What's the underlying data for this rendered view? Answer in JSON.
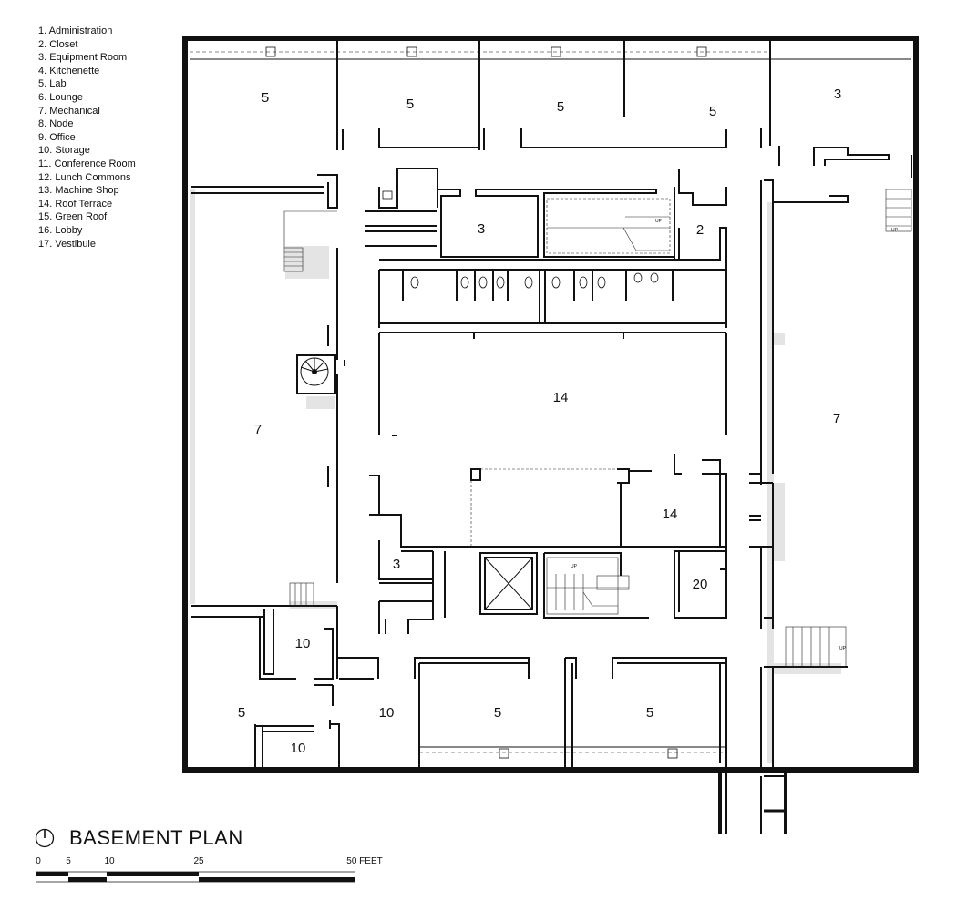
{
  "legend": [
    "1. Administration",
    "2. Closet",
    "3. Equipment Room",
    "4. Kitchenette",
    "5. Lab",
    "6. Lounge",
    "7. Mechanical",
    "8. Node",
    "9. Office",
    "10. Storage",
    "11. Conference Room",
    "12. Lunch Commons",
    "13. Machine Shop",
    "14. Roof Terrace",
    "15. Green Roof",
    "16. Lobby",
    "17. Vestibule"
  ],
  "rooms": {
    "lab_nw": "5",
    "lab_n2": "5",
    "lab_n3": "5",
    "lab_n4": "5",
    "equip_ne": "3",
    "equip_center": "3",
    "closet": "2",
    "mech_w": "7",
    "mech_e": "7",
    "terrace_main": "14",
    "terrace_small": "14",
    "equip_s": "3",
    "room_20": "20",
    "storage_a": "10",
    "storage_b": "10",
    "storage_c": "10",
    "lab_sw": "5",
    "lab_s1": "5",
    "lab_s2": "5"
  },
  "stair_labels": {
    "up_center_n": "UP",
    "up_east_n": "UP",
    "up_center_s": "UP",
    "up_east_s": "UP"
  },
  "title": "BASEMENT PLAN",
  "scale": {
    "ticks": [
      "0",
      "5",
      "10",
      "25",
      "50 FEET"
    ]
  },
  "icons": {
    "north": "north-arrow-icon",
    "spiral": "spiral-stair-icon"
  }
}
